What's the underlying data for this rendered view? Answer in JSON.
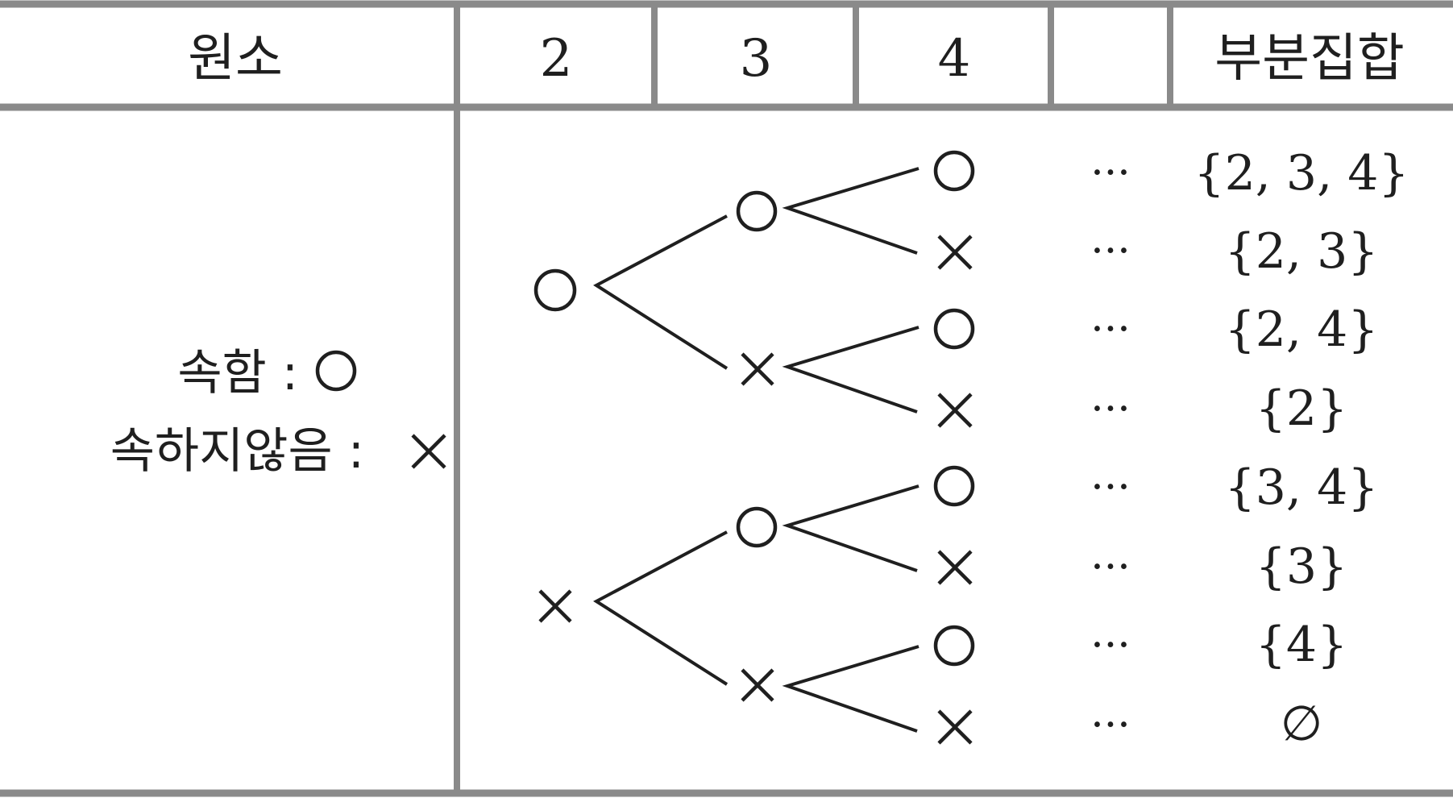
{
  "header": {
    "element_label": "원소",
    "columns": [
      "2",
      "3",
      "4",
      ""
    ],
    "subset_label": "부분집합"
  },
  "legend": {
    "belongs_text": "속함 :",
    "belongs_symbol": "circle",
    "not_belongs_text": "속하지않음 :",
    "not_belongs_symbol": "cross"
  },
  "tree": {
    "level1": [
      "circle",
      "cross"
    ],
    "level2": [
      "circle",
      "cross",
      "circle",
      "cross"
    ],
    "level3": [
      "circle",
      "cross",
      "circle",
      "cross",
      "circle",
      "cross",
      "circle",
      "cross"
    ]
  },
  "rows": [
    {
      "dots": "···",
      "subset": "{2, 3, 4}"
    },
    {
      "dots": "···",
      "subset": "{2, 3}"
    },
    {
      "dots": "···",
      "subset": "{2, 4}"
    },
    {
      "dots": "···",
      "subset": "{2}"
    },
    {
      "dots": "···",
      "subset": "{3, 4}"
    },
    {
      "dots": "···",
      "subset": "{3}"
    },
    {
      "dots": "···",
      "subset": "{4}"
    },
    {
      "dots": "···",
      "subset": "∅"
    }
  ]
}
